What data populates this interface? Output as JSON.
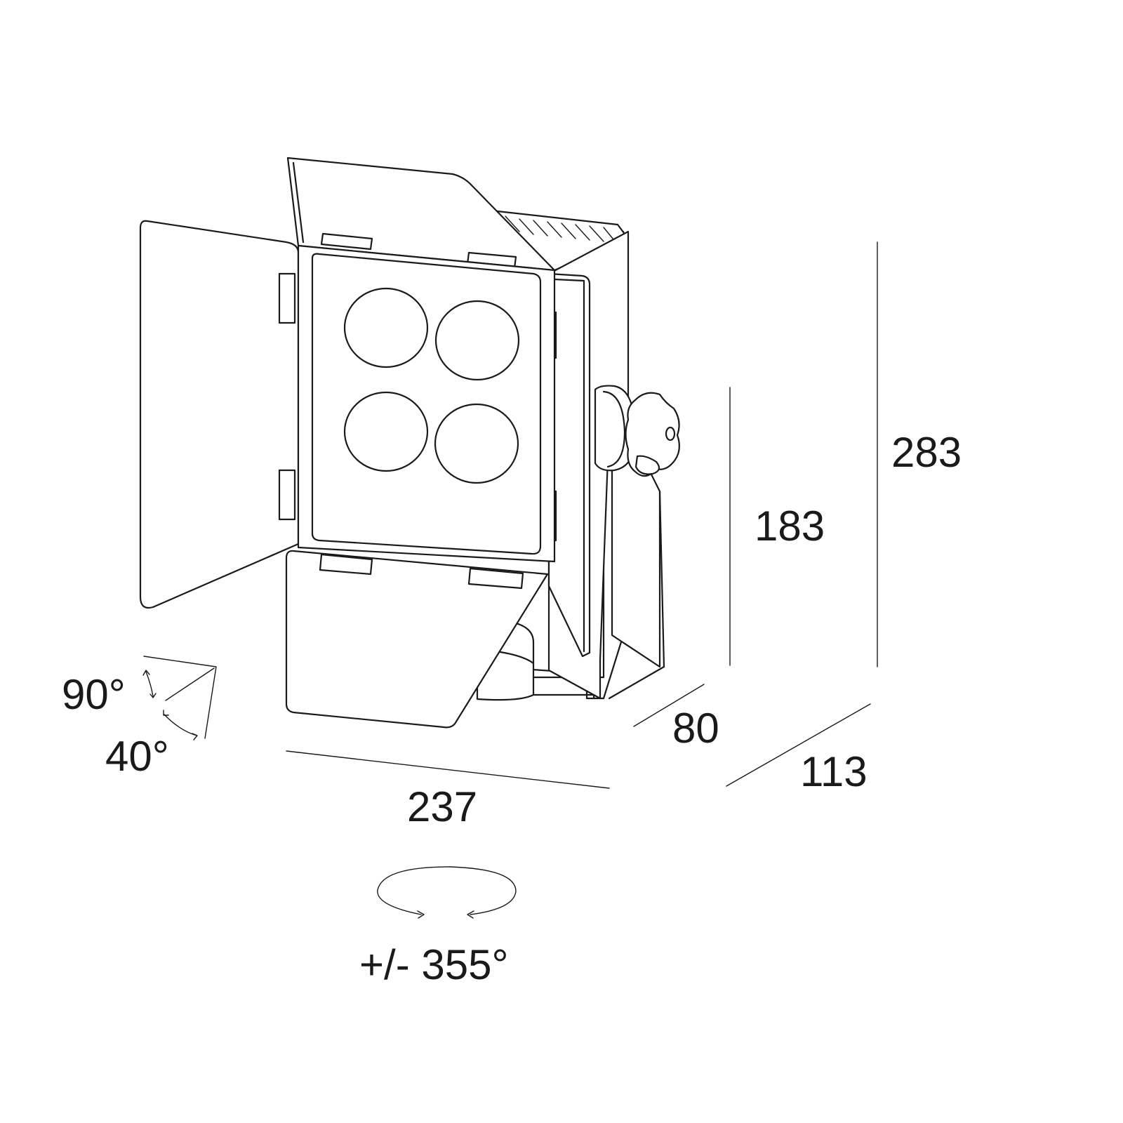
{
  "dimensions": {
    "height_total": "283",
    "height_body": "183",
    "depth_body": "80",
    "depth_total": "113",
    "width": "237"
  },
  "angles": {
    "tilt_barndoor": "90°",
    "tilt_head": "40°",
    "rotation": "+/- 355°"
  },
  "colors": {
    "stroke": "#1a1a1a",
    "background": "#ffffff"
  }
}
